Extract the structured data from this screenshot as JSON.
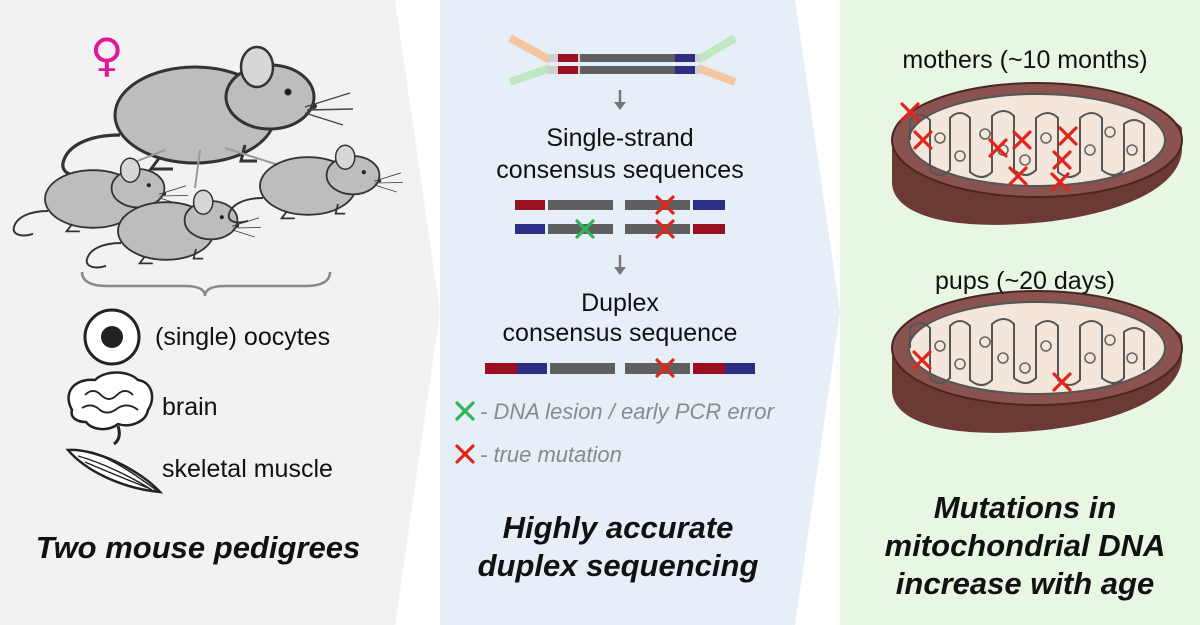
{
  "panels": {
    "left": {
      "title": "Two mouse pedigrees",
      "sex_symbol": "♀",
      "samples": [
        {
          "icon": "oocyte-icon",
          "label": "(single) oocytes"
        },
        {
          "icon": "brain-icon",
          "label": "brain"
        },
        {
          "icon": "muscle-icon",
          "label": "skeletal muscle"
        }
      ]
    },
    "middle": {
      "title_line1": "Highly accurate",
      "title_line2": "duplex sequencing",
      "step1_line1": "Single-strand",
      "step1_line2": "consensus sequences",
      "step2_line1": "Duplex",
      "step2_line2": "consensus sequence",
      "legend": [
        {
          "icon": "green-x-icon",
          "label": "- DNA lesion / early PCR error"
        },
        {
          "icon": "red-x-icon",
          "label": "- true mutation"
        }
      ]
    },
    "right": {
      "label_top": "mothers (~10 months)",
      "label_bottom": "pups (~20 days)",
      "title_line1": "Mutations in",
      "title_line2": "mitochondrial DNA",
      "title_line3": "increase with age"
    }
  },
  "colors": {
    "left_bg": "#f2f2f2",
    "middle_bg": "#e6eef8",
    "right_bg": "#e8f6e4",
    "adapter_red": "#9b1020",
    "adapter_blue": "#2e2d86",
    "strand_gray": "#5f5f5f",
    "mutation_red": "#e0261c",
    "lesion_green": "#2fb45a",
    "female_symbol": "#e0199a",
    "mito_outer": "#6b3a35",
    "mito_inner": "#f4e6da"
  }
}
